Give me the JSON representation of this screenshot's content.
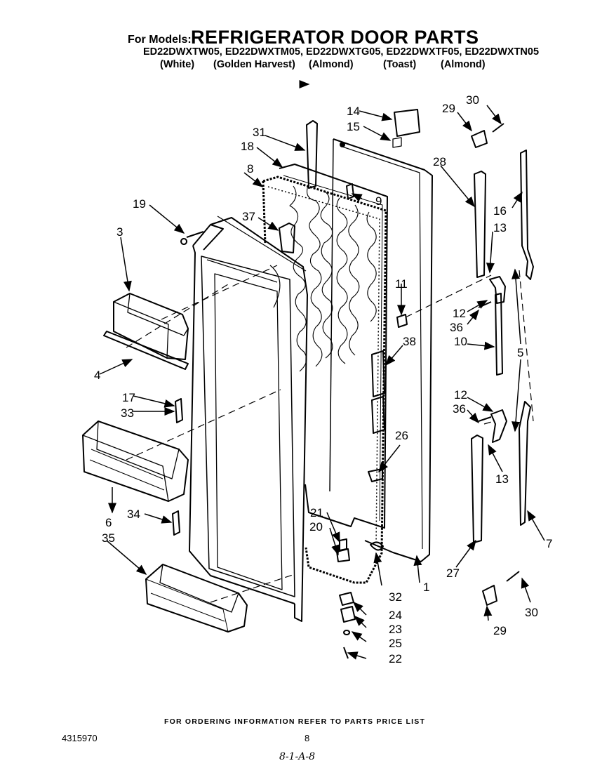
{
  "header": {
    "for_models": "For Models:",
    "title": "REFRIGERATOR DOOR PARTS",
    "models": "ED22DWXTW05, ED22DWXTM05, ED22DWXTG05, ED22DWXTF05, ED22DWXTN05",
    "colors": [
      "(White)",
      "(Golden Harvest)",
      "(Almond)",
      "(Toast)",
      "(Almond)"
    ]
  },
  "callouts": {
    "c1": "1",
    "c3": "3",
    "c4": "4",
    "c5": "5",
    "c6": "6",
    "c7": "7",
    "c8": "8",
    "c9": "9",
    "c10": "10",
    "c11": "11",
    "c12a": "12",
    "c12b": "12",
    "c13a": "13",
    "c13b": "13",
    "c14": "14",
    "c15": "15",
    "c16": "16",
    "c17": "17",
    "c18": "18",
    "c19": "19",
    "c20": "20",
    "c21": "21",
    "c22": "22",
    "c23": "23",
    "c24": "24",
    "c25": "25",
    "c26": "26",
    "c27": "27",
    "c28": "28",
    "c29a": "29",
    "c29b": "29",
    "c30a": "30",
    "c30b": "30",
    "c31": "31",
    "c32": "32",
    "c33": "33",
    "c34": "34",
    "c35": "35",
    "c36a": "36",
    "c36b": "36",
    "c37": "37",
    "c38": "38"
  },
  "footer": {
    "note": "FOR ORDERING INFORMATION REFER TO PARTS PRICE LIST",
    "doc_number": "4315970",
    "page_number": "8",
    "handwritten": "8-1-A-8"
  }
}
